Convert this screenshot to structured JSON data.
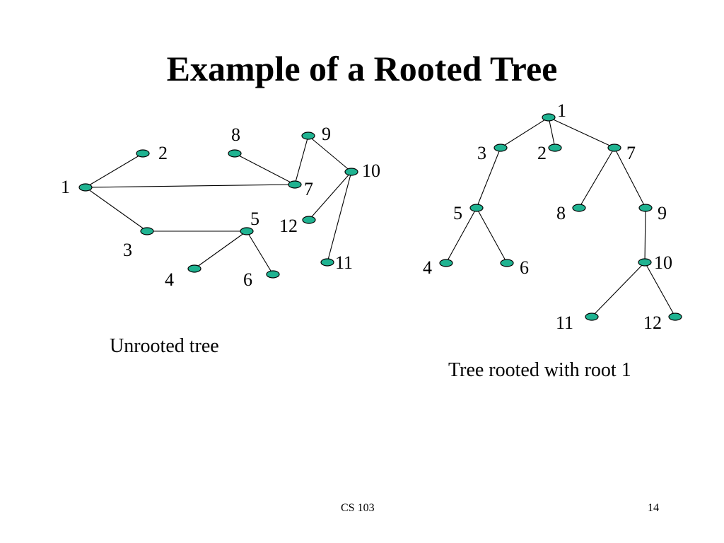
{
  "slide": {
    "title": "Example of a Rooted Tree",
    "footer_course": "CS 103",
    "footer_page": "14"
  },
  "colors": {
    "node_fill": "#1fb391",
    "background": "#ffffff"
  },
  "unrooted_tree": {
    "caption": "Unrooted tree",
    "nodes": [
      "1",
      "2",
      "3",
      "4",
      "5",
      "6",
      "7",
      "8",
      "9",
      "10",
      "11",
      "12"
    ],
    "edges": [
      [
        "1",
        "2"
      ],
      [
        "1",
        "7"
      ],
      [
        "1",
        "3"
      ],
      [
        "3",
        "5"
      ],
      [
        "5",
        "4"
      ],
      [
        "5",
        "6"
      ],
      [
        "8",
        "7"
      ],
      [
        "7",
        "9"
      ],
      [
        "9",
        "10"
      ],
      [
        "10",
        "12"
      ],
      [
        "10",
        "11"
      ]
    ]
  },
  "rooted_tree": {
    "caption": "Tree rooted with root 1",
    "root": "1",
    "nodes": [
      "1",
      "2",
      "3",
      "4",
      "5",
      "6",
      "7",
      "8",
      "9",
      "10",
      "11",
      "12"
    ],
    "edges": [
      [
        "1",
        "3"
      ],
      [
        "1",
        "2"
      ],
      [
        "1",
        "7"
      ],
      [
        "3",
        "5"
      ],
      [
        "5",
        "4"
      ],
      [
        "5",
        "6"
      ],
      [
        "7",
        "8"
      ],
      [
        "7",
        "9"
      ],
      [
        "9",
        "10"
      ],
      [
        "10",
        "11"
      ],
      [
        "10",
        "12"
      ]
    ]
  }
}
